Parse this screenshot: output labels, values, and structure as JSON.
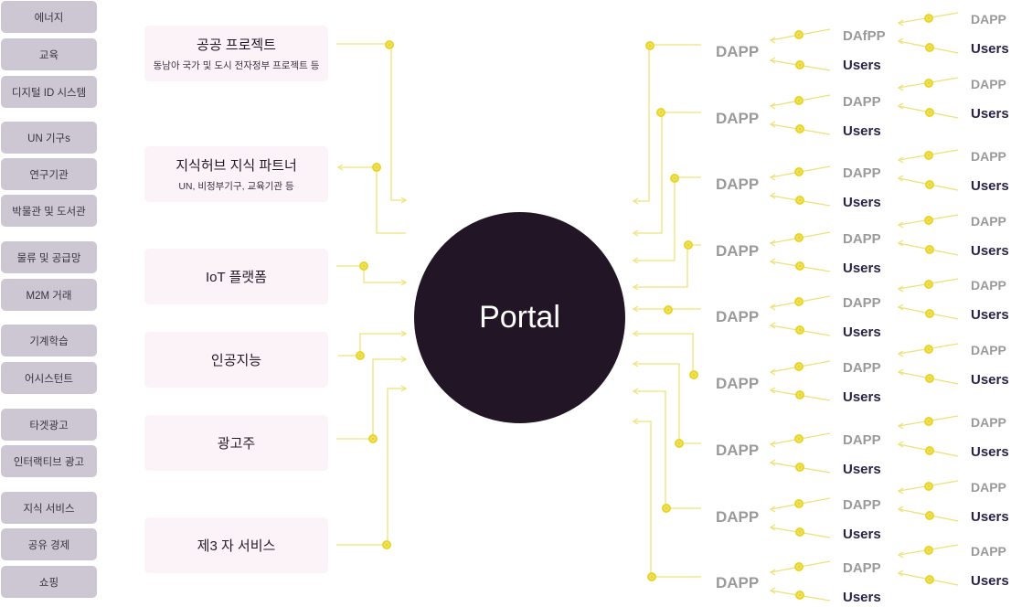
{
  "categories": [
    {
      "label": "에너지"
    },
    {
      "label": "교육"
    },
    {
      "label": "디지털 ID 시스템"
    },
    {
      "label": "UN 기구s"
    },
    {
      "label": "연구기관"
    },
    {
      "label": "박물관 및 도서관"
    },
    {
      "label": "물류 및 공급망"
    },
    {
      "label": "M2M 거래"
    },
    {
      "label": "기계학습"
    },
    {
      "label": "어시스턴트"
    },
    {
      "label": "타겟광고"
    },
    {
      "label": "인터랙티브 광고"
    },
    {
      "label": "지식 서비스"
    },
    {
      "label": "공유 경제"
    },
    {
      "label": "쇼핑"
    }
  ],
  "sources": [
    {
      "title": "공공 프로젝트",
      "subtitle": "동남아 국가 및 도시 전자정부 프로젝트 등"
    },
    {
      "title": "지식허브 지식 파트너",
      "subtitle": "UN, 비정부기구, 교육기관 등"
    },
    {
      "title": "IoT 플랫폼",
      "subtitle": ""
    },
    {
      "title": "인공지능",
      "subtitle": ""
    },
    {
      "title": "광고주",
      "subtitle": ""
    },
    {
      "title": "제3 자 서비스",
      "subtitle": ""
    }
  ],
  "portal": {
    "label": "Portal"
  },
  "dapp_rows": [
    {
      "dapp": "DAPP",
      "sub_dapp": "DAfPP",
      "sub_users": "Users",
      "far_dapp": "DAPP",
      "far_users": "Users"
    },
    {
      "dapp": "DAPP",
      "sub_dapp": "DAPP",
      "sub_users": "Users",
      "far_dapp": "DAPP",
      "far_users": "Users"
    },
    {
      "dapp": "DAPP",
      "sub_dapp": "DAPP",
      "sub_users": "Users",
      "far_dapp": "DAPP",
      "far_users": "Users"
    },
    {
      "dapp": "DAPP",
      "sub_dapp": "DAPP",
      "sub_users": "Users",
      "far_dapp": "DAPP",
      "far_users": "Users"
    },
    {
      "dapp": "DAPP",
      "sub_dapp": "DAPP",
      "sub_users": "Users",
      "far_dapp": "DAPP",
      "far_users": "Users"
    },
    {
      "dapp": "DAPP",
      "sub_dapp": "DAPP",
      "sub_users": "Users",
      "far_dapp": "DAPP",
      "far_users": "Users"
    },
    {
      "dapp": "DAPP",
      "sub_dapp": "DAPP",
      "sub_users": "Users",
      "far_dapp": "DAPP",
      "far_users": "Users"
    },
    {
      "dapp": "DAPP",
      "sub_dapp": "DAPP",
      "sub_users": "Users",
      "far_dapp": "DAPP",
      "far_users": "Users"
    },
    {
      "dapp": "DAPP",
      "sub_dapp": "DAPP",
      "sub_users": "Users",
      "far_dapp": "DAPP",
      "far_users": "Users"
    }
  ],
  "colors": {
    "wire": "#ede27a",
    "coin": "#e8d52a",
    "coin_ring": "#f4ea8a",
    "portal": "#221626",
    "category": "#cdc7d3",
    "box": "#fbf3f7"
  }
}
